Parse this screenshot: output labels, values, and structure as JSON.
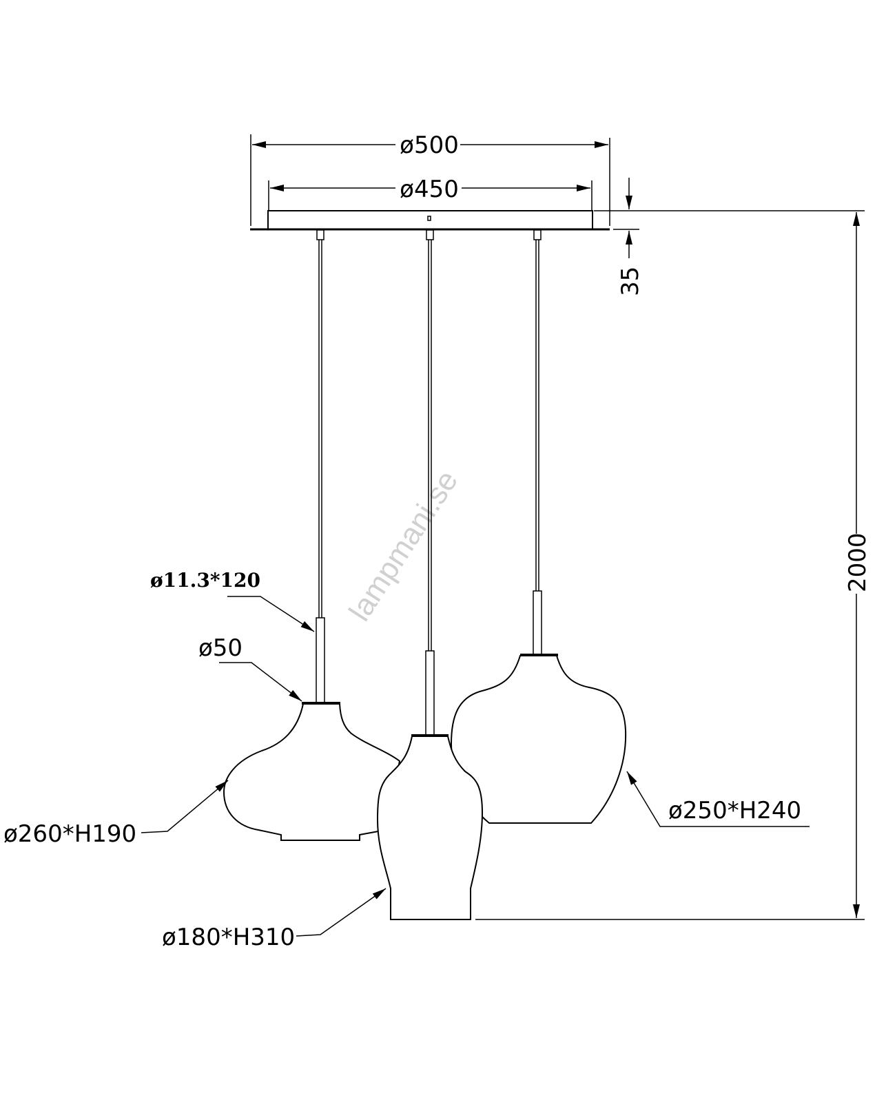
{
  "dimensions": {
    "canopy_outer": "ø500",
    "canopy_inner": "ø450",
    "canopy_height": "35",
    "total_height": "2000",
    "stem": "ø11.3*120",
    "cap": "ø50",
    "shade_left": "ø260*H190",
    "shade_middle": "ø180*H310",
    "shade_right": "ø250*H240"
  },
  "watermark": "lampmani.se"
}
